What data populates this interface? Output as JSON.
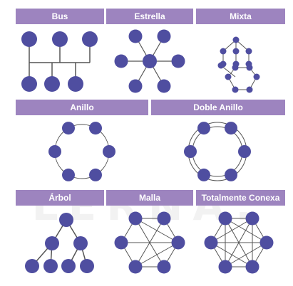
{
  "panels": {
    "bus": {
      "title": "Bus"
    },
    "estrella": {
      "title": "Estrella"
    },
    "mixta": {
      "title": "Mixta"
    },
    "anillo": {
      "title": "Anillo"
    },
    "doble_anillo": {
      "title": "Doble Anillo"
    },
    "arbol": {
      "title": "Árbol"
    },
    "malla": {
      "title": "Malla"
    },
    "totalmente_conexa": {
      "title": "Totalmente Conexa"
    }
  },
  "watermark": "LERNA.",
  "colors": {
    "header": "#9d84bf",
    "node": "#4f4ea0",
    "line": "#555555"
  }
}
